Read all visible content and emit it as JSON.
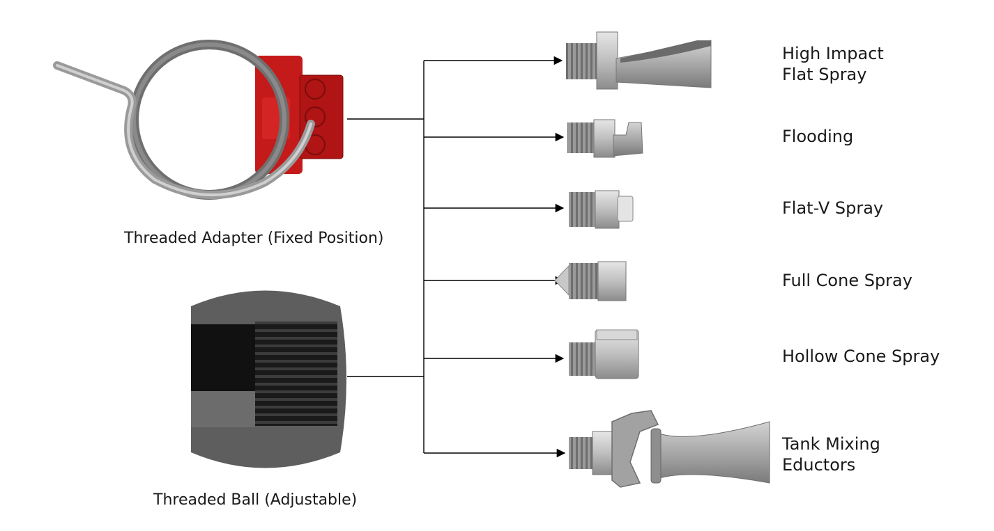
{
  "adapters": [
    {
      "id": "threaded-adapter",
      "caption": "Threaded Adapter (Fixed Position)"
    },
    {
      "id": "threaded-ball",
      "caption": "Threaded Ball (Adjustable)"
    }
  ],
  "nozzles": [
    {
      "id": "high-impact-flat-spray",
      "lines": [
        "High Impact",
        "Flat Spray"
      ]
    },
    {
      "id": "flooding",
      "lines": [
        "Flooding"
      ]
    },
    {
      "id": "flat-v-spray",
      "lines": [
        "Flat-V Spray"
      ]
    },
    {
      "id": "full-cone-spray",
      "lines": [
        "Full Cone Spray"
      ]
    },
    {
      "id": "hollow-cone-spray",
      "lines": [
        "Hollow Cone Spray"
      ]
    },
    {
      "id": "tank-mixing-eductors",
      "lines": [
        "Tank Mixing",
        "Eductors"
      ]
    }
  ],
  "colors": {
    "clamp_red": "#c41a1a",
    "steel": "#a9a9a9",
    "ball_dark": "#5e5e5e",
    "connector": "#000000"
  }
}
